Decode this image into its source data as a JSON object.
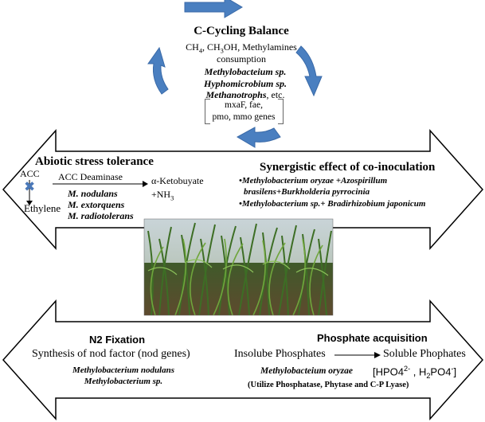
{
  "colors": {
    "cycle_arrow": "#4a7fc0",
    "cycle_arrow_edge": "#3a6aa8",
    "cross_mark": "#4a78b8",
    "outline": "#000000"
  },
  "carbon_cycle": {
    "title": "C-Cycling Balance",
    "line1_a": "CH",
    "line1_sub1": "4",
    "line1_b": ", CH",
    "line1_sub2": "3",
    "line1_c": "OH, Methylamines",
    "line2": "consumption",
    "org1": "Methylobacteium sp.",
    "org2": "Hyphomicrobium sp.",
    "org3_italic": "Methanotrophs",
    "org3_rest": ", etc.",
    "genes_line1": "mxaF, fae,",
    "genes_line2": "pmo, mmo genes"
  },
  "abiotic": {
    "title": "Abiotic stress tolerance",
    "acc": "ACC",
    "enzyme": "ACC Deaminase",
    "product1": "α-Ketobuyate",
    "product2": "+NH",
    "product2_sub": "3",
    "ethylene": "Ethylene",
    "org1": "M. nodulans",
    "org2": "M. extorquens",
    "org3": "M.  radiotolerans"
  },
  "synergy": {
    "title": "Synergistic effect of co-inoculation",
    "bullet1_line1": "•Methylobacterium oryzae +Azospirillum",
    "bullet1_line2": "brasilens+Burkholderia pyrrocinia",
    "bullet2": "•Methylobacterium sp.+ Bradirhizobium  japonicum"
  },
  "n2": {
    "title": "N2 Fixation",
    "line1": "Synthesis of nod factor (nod genes)",
    "org1": "Methylobacterium nodulans",
    "org2": "Methylobacterium sp."
  },
  "phosphate": {
    "title": "Phosphate acquisition",
    "from": "Insolube Phosphates",
    "to": "Soluble Phophates",
    "organism": "Methylobacteium  oryzae",
    "ions_a": "[HPO4",
    "ions_sup1": "2-",
    "ions_b": " , H",
    "ions_sub": "2",
    "ions_c": "PO4",
    "ions_sup2": "-",
    "ions_d": "]",
    "enzymes": "(Utilize Phosphatase, Phytase and C-P Lyase)"
  }
}
